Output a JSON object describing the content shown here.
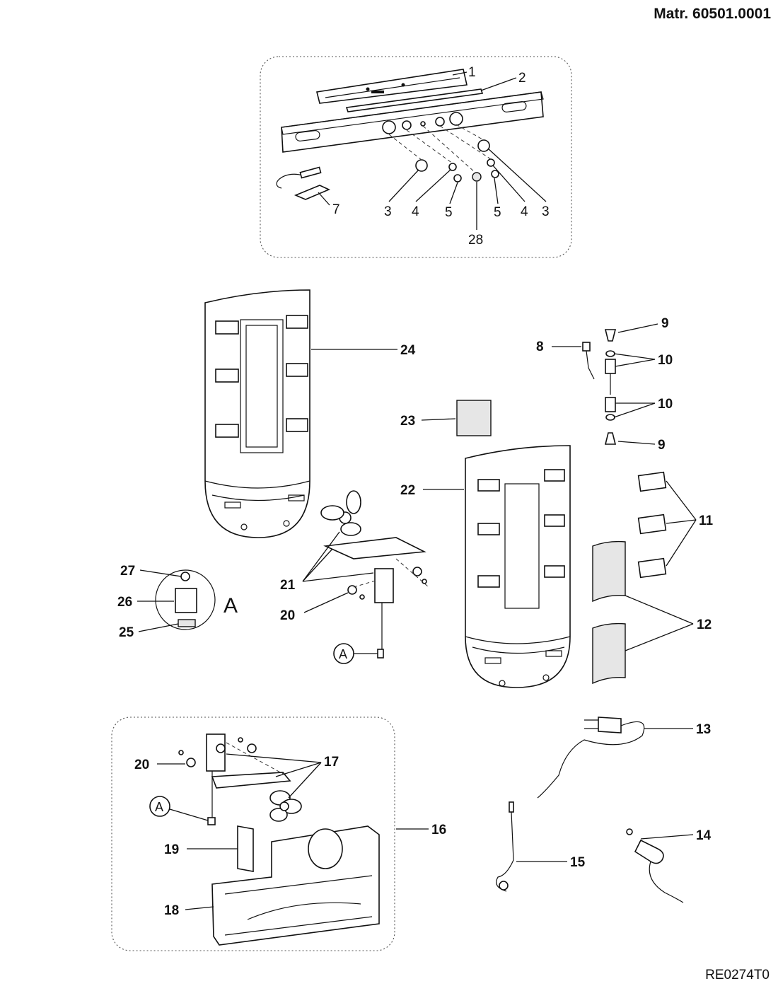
{
  "header": {
    "material_number": "Matr. 60501.0001"
  },
  "footer": {
    "reference_code": "RE0274T0"
  },
  "callouts": {
    "c1": "1",
    "c2": "2",
    "c3a": "3",
    "c4a": "4",
    "c5a": "5",
    "c28": "28",
    "c5b": "5",
    "c4b": "4",
    "c3b": "3",
    "c7": "7",
    "c8": "8",
    "c9a": "9",
    "c10a": "10",
    "c10b": "10",
    "c9b": "9",
    "c11": "11",
    "c12": "12",
    "c13": "13",
    "c14": "14",
    "c15": "15",
    "c16": "16",
    "c17": "17",
    "c18": "18",
    "c19": "19",
    "c20a": "20",
    "c20b": "20",
    "c21": "21",
    "c22": "22",
    "c23": "23",
    "c24": "24",
    "c25": "25",
    "c26": "26",
    "c27": "27"
  },
  "connector_marks": {
    "detail_label": "A",
    "marker_upper": "A",
    "marker_lower": "A"
  }
}
